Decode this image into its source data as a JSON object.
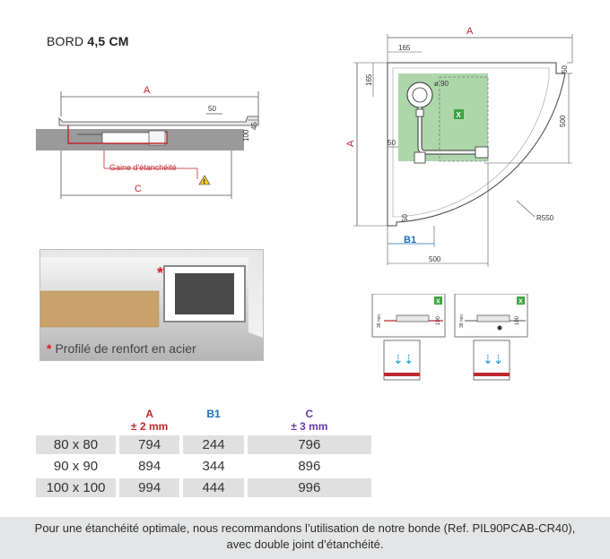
{
  "title": {
    "prefix": "BORD",
    "value": "4,5 CM"
  },
  "section_drawing": {
    "dim_a": "A",
    "dim_c": "C",
    "dim_50": "50",
    "dim_45": "45",
    "dim_100": "100",
    "gaine_label": "Gaine d'étanchéité"
  },
  "plan_drawing": {
    "dim_a_top": "A",
    "dim_a_side": "A",
    "dim_165_top": "165",
    "dim_165_side": "165",
    "dim_50_top_right": "50",
    "dim_500_right": "500",
    "dim_50_left": "50",
    "dim_50_bottom": "50",
    "dim_b1": "B1",
    "dim_500_bottom": "500",
    "radius": "R550",
    "drain_diameter": "ø 90"
  },
  "small_icons": {
    "left_min": "38 min",
    "left_dim": "100",
    "right_min": "38 min",
    "right_dim": "100"
  },
  "profile": {
    "star": "*",
    "caption": "Profilé de renfort en acier"
  },
  "table": {
    "headers": {
      "a_label": "A",
      "a_tol": "± 2 mm",
      "b1_label": "B1",
      "c_label": "C",
      "c_tol": "± 3 mm"
    },
    "rows": [
      {
        "size": "80 x 80",
        "a": "794",
        "b1": "244",
        "c": "796"
      },
      {
        "size": "90 x 90",
        "a": "894",
        "b1": "344",
        "c": "896"
      },
      {
        "size": "100 x 100",
        "a": "994",
        "b1": "444",
        "c": "996"
      }
    ]
  },
  "footer": {
    "line1": "Pour une étanchéité optimale, nous recommandons l’utilisation de notre bonde (Ref. PIL90PCAB-CR40),",
    "line2": "avec double joint d’étanchéité."
  },
  "colors": {
    "dim_red": "#c0282d",
    "b1_blue": "#1f6fb2",
    "c_purple": "#6a3aa8",
    "drain_green": "#9fcf9c",
    "badge_green": "#3ea340"
  }
}
